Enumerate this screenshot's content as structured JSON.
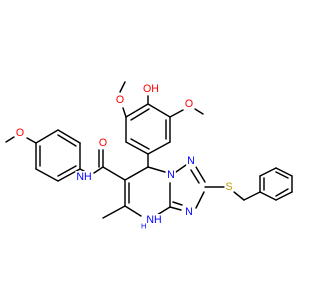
{
  "molecule": {
    "atoms": [
      {
        "id": "O_hydroxyl",
        "label": "OH",
        "color": "#ff0000"
      },
      {
        "id": "O_ome_left",
        "label": "O",
        "color": "#ff0000"
      },
      {
        "id": "O_ome_right",
        "label": "O",
        "color": "#ff0000"
      },
      {
        "id": "O_anisyl",
        "label": "O",
        "color": "#ff0000"
      },
      {
        "id": "O_carbonyl",
        "label": "O",
        "color": "#ff0000"
      },
      {
        "id": "N_amide",
        "label": "NH",
        "color": "#0000ff"
      },
      {
        "id": "N1_triazole",
        "label": "N",
        "color": "#0000ff"
      },
      {
        "id": "N2_triazole",
        "label": "N",
        "color": "#0000ff"
      },
      {
        "id": "N3_triazole",
        "label": "N",
        "color": "#0000ff"
      },
      {
        "id": "N_H_ring",
        "label": "NH",
        "color": "#0000ff"
      },
      {
        "id": "S_thioether",
        "label": "S",
        "color": "#b8a000"
      }
    ],
    "subscript_labels": [
      {
        "id": "N_H_ring_H",
        "text": "H"
      }
    ]
  }
}
